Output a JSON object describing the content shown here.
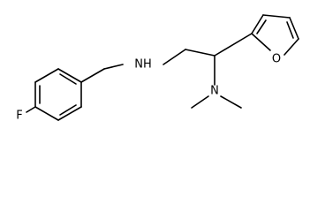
{
  "molecule": {
    "atoms": {
      "fluorine": "F",
      "amine_nh": "NH",
      "furan_oxygen": "O",
      "dimethylamino_n": "N"
    },
    "colors": {
      "bond": "#000000",
      "label": "#000000",
      "background": "#ffffff"
    }
  }
}
